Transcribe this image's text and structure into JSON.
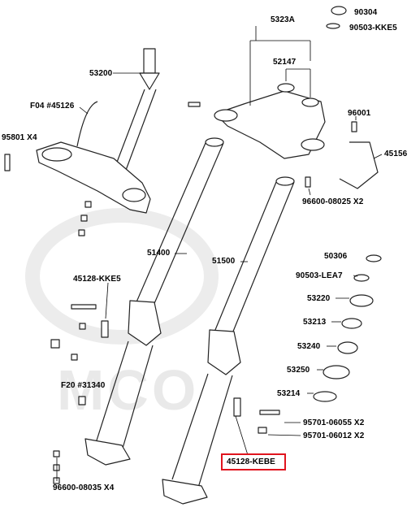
{
  "diagram": {
    "labels": {
      "p90304": "90304",
      "p90503_kke5": "90503-KKE5",
      "p5323a": "5323A",
      "p52147": "52147",
      "p53200": "53200",
      "pf04": "F04 #45126",
      "p96001": "96001",
      "p95801": "95801  X4",
      "p45156": "45156",
      "p96600_08025": "96600-08025 X2",
      "p51400": "51400",
      "p51500": "51500",
      "p50306": "50306",
      "p45128_kke5": "45128-KKE5",
      "p90503_lea7": "90503-LEA7",
      "p53220": "53220",
      "p53213": "53213",
      "p53240": "53240",
      "p53250": "53250",
      "pf20": "F20 #31340",
      "p53214": "53214",
      "p95701_06055": "95701-06055 X2",
      "p95701_06012": "95701-06012 X2",
      "p45128_kebe": "45128-KEBE",
      "p96600_08035": "96600-08035 X4"
    },
    "highlight_color": "#e0141e",
    "watermark_text": "MCO"
  }
}
